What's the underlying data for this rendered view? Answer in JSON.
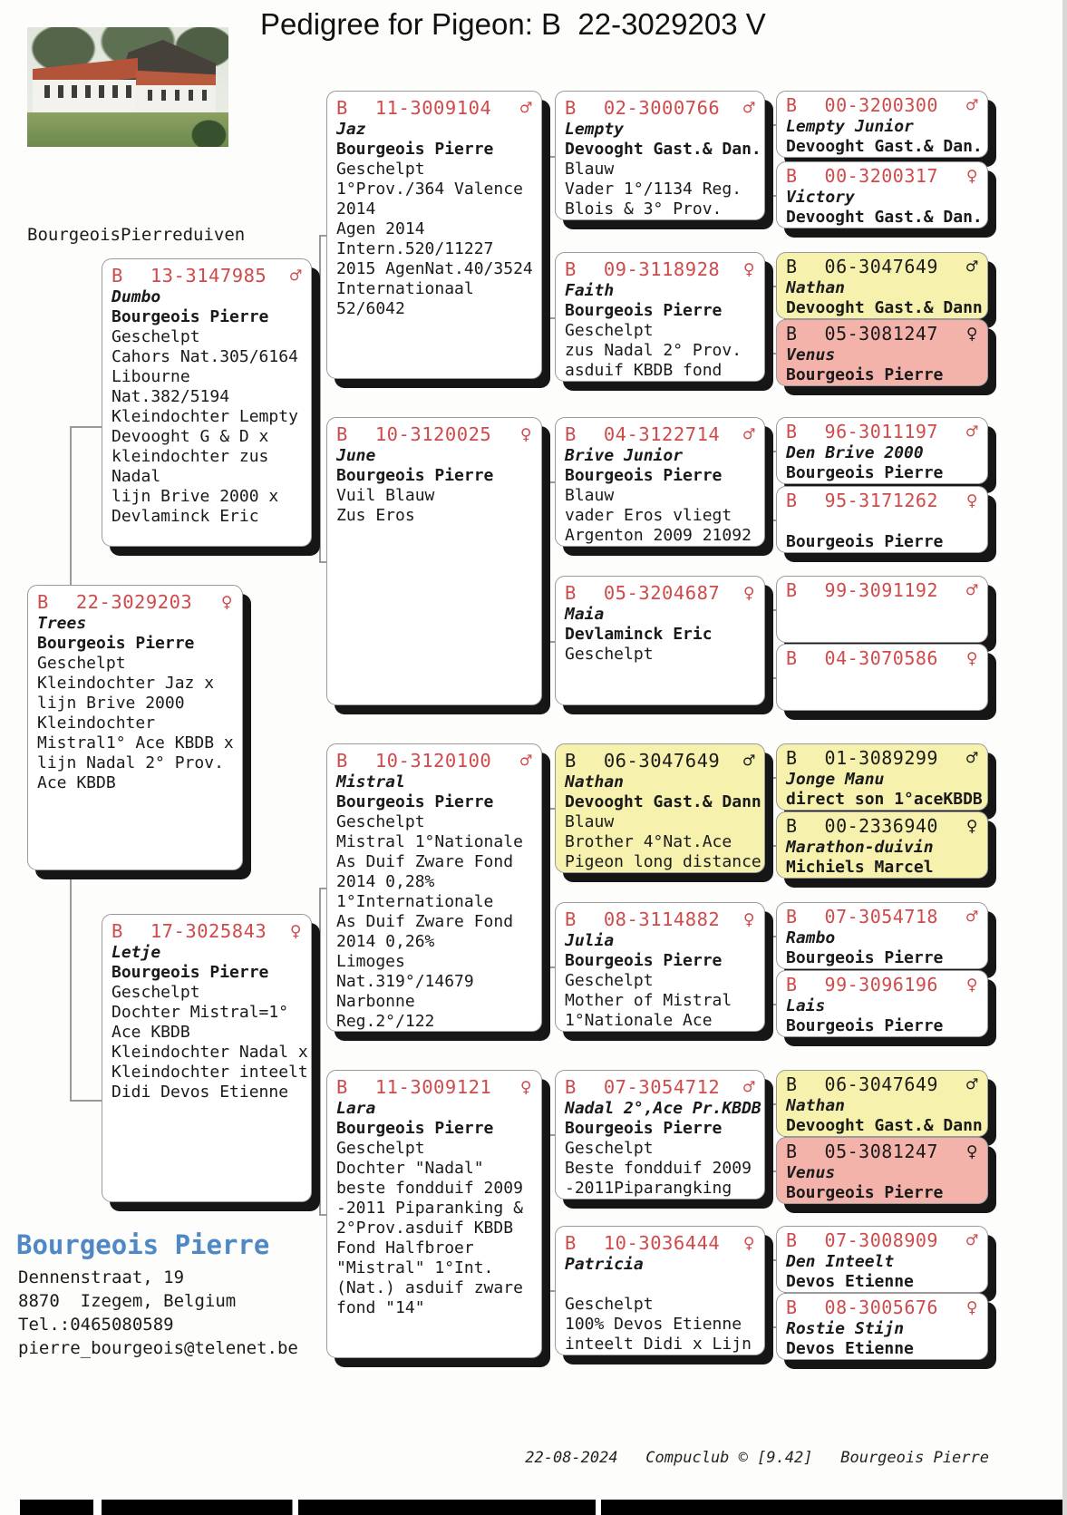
{
  "title": "Pedigree for Pigeon: B  22-3029203 V",
  "loft_label": "BourgeoisPierreduiven",
  "owner": {
    "name": "Bourgeois Pierre",
    "address_line1": "Dennenstraat, 19",
    "address_line2": "8870  Izegem, Belgium",
    "phone": "Tel.:0465080589",
    "email": "pierre_bourgeois@telenet.be"
  },
  "footer": "22-08-2024   Compuclub © [9.42]   Bourgeois Pierre",
  "colors": {
    "ring_red": "#cf4a4b",
    "highlight_yellow": "#f6f2ad",
    "highlight_pink": "#f3b3ab",
    "owner_blue": "#4e88c7"
  },
  "boxes": [
    {
      "id": "trees",
      "generation": 1,
      "ring_country": "B",
      "ring": "22-3029203",
      "sex": "female",
      "sex_symbol": "♀",
      "name": "Trees",
      "breeder": "Bourgeois Pierre",
      "lines": [
        "Geschelpt",
        "Kleindochter Jaz x",
        "lijn Brive 2000",
        "Kleindochter",
        "Mistral1° Ace KBDB x",
        "lijn Nadal 2° Prov.",
        "Ace KBDB"
      ],
      "highlight": "white"
    },
    {
      "id": "dumbo",
      "generation": 2,
      "ring_country": "B",
      "ring": "13-3147985",
      "sex": "male",
      "sex_symbol": "♂",
      "name": "Dumbo",
      "breeder": "Bourgeois Pierre",
      "lines": [
        "Geschelpt",
        "Cahors Nat.305/6164",
        "Libourne",
        "Nat.382/5194",
        "Kleindochter Lempty",
        "Devooght G & D x",
        "kleindochter zus",
        "Nadal",
        "lijn Brive 2000 x",
        "Devlaminck Eric"
      ],
      "highlight": "white"
    },
    {
      "id": "letje",
      "generation": 2,
      "ring_country": "B",
      "ring": "17-3025843",
      "sex": "female",
      "sex_symbol": "♀",
      "name": "Letje",
      "breeder": "Bourgeois Pierre",
      "lines": [
        "Geschelpt",
        "Dochter Mistral=1°",
        "Ace KBDB",
        "Kleindochter Nadal x",
        "Kleindochter inteelt",
        "Didi Devos Etienne"
      ],
      "highlight": "white"
    },
    {
      "id": "jaz",
      "generation": 3,
      "ring_country": "B",
      "ring": "11-3009104",
      "sex": "male",
      "sex_symbol": "♂",
      "name": "Jaz",
      "breeder": "Bourgeois Pierre",
      "lines": [
        "Geschelpt",
        "1°Prov./364 Valence",
        "2014",
        "Agen 2014",
        "Intern.520/11227",
        "2015 AgenNat.40/3524",
        "Internationaal",
        "52/6042"
      ],
      "highlight": "white"
    },
    {
      "id": "june",
      "generation": 3,
      "ring_country": "B",
      "ring": "10-3120025",
      "sex": "female",
      "sex_symbol": "♀",
      "name": "June",
      "breeder": "Bourgeois Pierre",
      "lines": [
        "Vuil Blauw",
        "Zus Eros"
      ],
      "highlight": "white"
    },
    {
      "id": "mistral",
      "generation": 3,
      "ring_country": "B",
      "ring": "10-3120100",
      "sex": "male",
      "sex_symbol": "♂",
      "name": "Mistral",
      "breeder": "Bourgeois Pierre",
      "lines": [
        "Geschelpt",
        "Mistral 1°Nationale",
        "As Duif Zware Fond",
        "2014 0,28%",
        "1°Internationale",
        "As Duif Zware Fond",
        "2014 0,26%",
        "Limoges",
        "Nat.319°/14679",
        "Narbonne",
        "Reg.2°/122"
      ],
      "highlight": "white"
    },
    {
      "id": "lara",
      "generation": 3,
      "ring_country": "B",
      "ring": "11-3009121",
      "sex": "female",
      "sex_symbol": "♀",
      "name": "Lara",
      "breeder": "Bourgeois Pierre",
      "lines": [
        "Geschelpt",
        "Dochter \"Nadal\"",
        "beste fondduif 2009",
        "-2011 Piparanking &",
        "2°Prov.asduif KBDB",
        "Fond Halfbroer",
        "\"Mistral\" 1°Int.",
        "(Nat.) asduif zware",
        "fond \"14\""
      ],
      "highlight": "white"
    },
    {
      "id": "lempty",
      "generation": 4,
      "ring_country": "B",
      "ring": "02-3000766",
      "sex": "male",
      "sex_symbol": "♂",
      "name": "Lempty",
      "breeder": "Devooght Gast.& Dan.",
      "lines": [
        "Blauw",
        "Vader 1°/1134 Reg.",
        "Blois & 3° Prov."
      ],
      "highlight": "white"
    },
    {
      "id": "faith",
      "generation": 4,
      "ring_country": "B",
      "ring": "09-3118928",
      "sex": "female",
      "sex_symbol": "♀",
      "name": "Faith",
      "breeder": "Bourgeois Pierre",
      "lines": [
        "Geschelpt",
        "zus Nadal 2° Prov.",
        "asduif KBDB fond"
      ],
      "highlight": "white"
    },
    {
      "id": "brive_junior",
      "generation": 4,
      "ring_country": "B",
      "ring": "04-3122714",
      "sex": "male",
      "sex_symbol": "♂",
      "name": "Brive Junior",
      "breeder": "Bourgeois Pierre",
      "lines": [
        "Blauw",
        "vader Eros vliegt",
        "Argenton 2009 21092"
      ],
      "highlight": "white"
    },
    {
      "id": "maia",
      "generation": 4,
      "ring_country": "B",
      "ring": "05-3204687",
      "sex": "female",
      "sex_symbol": "♀",
      "name": "Maia",
      "breeder": "Devlaminck Eric",
      "lines": [
        "Geschelpt"
      ],
      "highlight": "white"
    },
    {
      "id": "nathan4",
      "generation": 4,
      "ring_country": "B",
      "ring": "06-3047649",
      "sex": "male",
      "sex_symbol": "♂",
      "name": "Nathan",
      "breeder": "Devooght Gast.& Dann",
      "lines": [
        "Blauw",
        "Brother 4°Nat.Ace",
        "Pigeon long distance"
      ],
      "highlight": "yellow"
    },
    {
      "id": "julia",
      "generation": 4,
      "ring_country": "B",
      "ring": "08-3114882",
      "sex": "female",
      "sex_symbol": "♀",
      "name": "Julia",
      "breeder": "Bourgeois Pierre",
      "lines": [
        "Geschelpt",
        "Mother of Mistral",
        "1°Nationale Ace"
      ],
      "highlight": "white"
    },
    {
      "id": "nadal",
      "generation": 4,
      "ring_country": "B",
      "ring": "07-3054712",
      "sex": "male",
      "sex_symbol": "♂",
      "name": "Nadal 2°,Ace Pr.KBDB",
      "breeder": "Bourgeois Pierre",
      "lines": [
        "Geschelpt",
        "Beste fondduif 2009",
        "-2011Piparangking"
      ],
      "highlight": "white"
    },
    {
      "id": "patricia",
      "generation": 4,
      "ring_country": "B",
      "ring": "10-3036444",
      "sex": "female",
      "sex_symbol": "♀",
      "name": "Patricia",
      "breeder": "",
      "lines": [
        "Geschelpt",
        "100% Devos Etienne",
        "inteelt Didi x Lijn"
      ],
      "highlight": "white"
    },
    {
      "id": "lempty_junior",
      "generation": 5,
      "ring_country": "B",
      "ring": "00-3200300",
      "sex": "male",
      "sex_symbol": "♂",
      "name": "Lempty Junior",
      "breeder": "Devooght Gast.& Dan.",
      "lines": [],
      "highlight": "white"
    },
    {
      "id": "victory",
      "generation": 5,
      "ring_country": "B",
      "ring": "00-3200317",
      "sex": "female",
      "sex_symbol": "♀",
      "name": "Victory",
      "breeder": "Devooght Gast.& Dan.",
      "lines": [],
      "highlight": "white"
    },
    {
      "id": "nathan5a",
      "generation": 5,
      "ring_country": "B",
      "ring": "06-3047649",
      "sex": "male",
      "sex_symbol": "♂",
      "name": "Nathan",
      "breeder": "Devooght Gast.& Dann",
      "lines": [],
      "highlight": "yellow"
    },
    {
      "id": "venus5a",
      "generation": 5,
      "ring_country": "B",
      "ring": "05-3081247",
      "sex": "female",
      "sex_symbol": "♀",
      "name": "Venus",
      "breeder": "Bourgeois Pierre",
      "lines": [],
      "highlight": "pink"
    },
    {
      "id": "den_brive",
      "generation": 5,
      "ring_country": "B",
      "ring": "96-3011197",
      "sex": "male",
      "sex_symbol": "♂",
      "name": "Den Brive 2000",
      "breeder": "Bourgeois Pierre",
      "lines": [],
      "highlight": "white"
    },
    {
      "id": "hen95",
      "generation": 5,
      "ring_country": "B",
      "ring": "95-3171262",
      "sex": "female",
      "sex_symbol": "♀",
      "name": "",
      "breeder": "Bourgeois Pierre",
      "lines": [],
      "highlight": "white"
    },
    {
      "id": "cock99",
      "generation": 5,
      "ring_country": "B",
      "ring": "99-3091192",
      "sex": "male",
      "sex_symbol": "♂",
      "name": "",
      "breeder": "",
      "lines": [],
      "highlight": "white"
    },
    {
      "id": "hen04",
      "generation": 5,
      "ring_country": "B",
      "ring": "04-3070586",
      "sex": "female",
      "sex_symbol": "♀",
      "name": "",
      "breeder": "",
      "lines": [],
      "highlight": "white"
    },
    {
      "id": "jonge_manu",
      "generation": 5,
      "ring_country": "B",
      "ring": "01-3089299",
      "sex": "male",
      "sex_symbol": "♂",
      "name": "Jonge Manu",
      "breeder": "direct son 1°aceKBDB",
      "lines": [],
      "highlight": "yellow"
    },
    {
      "id": "marathon",
      "generation": 5,
      "ring_country": "B",
      "ring": "00-2336940",
      "sex": "female",
      "sex_symbol": "♀",
      "name": "Marathon-duivin",
      "breeder": "Michiels Marcel",
      "lines": [],
      "highlight": "yellow"
    },
    {
      "id": "rambo",
      "generation": 5,
      "ring_country": "B",
      "ring": "07-3054718",
      "sex": "male",
      "sex_symbol": "♂",
      "name": "Rambo",
      "breeder": "Bourgeois Pierre",
      "lines": [],
      "highlight": "white"
    },
    {
      "id": "lais",
      "generation": 5,
      "ring_country": "B",
      "ring": "99-3096196",
      "sex": "female",
      "sex_symbol": "♀",
      "name": "Lais",
      "breeder": "Bourgeois Pierre",
      "lines": [],
      "highlight": "white"
    },
    {
      "id": "nathan5b",
      "generation": 5,
      "ring_country": "B",
      "ring": "06-3047649",
      "sex": "male",
      "sex_symbol": "♂",
      "name": "Nathan",
      "breeder": "Devooght Gast.& Dann",
      "lines": [],
      "highlight": "yellow"
    },
    {
      "id": "venus5b",
      "generation": 5,
      "ring_country": "B",
      "ring": "05-3081247",
      "sex": "female",
      "sex_symbol": "♀",
      "name": "Venus",
      "breeder": "Bourgeois Pierre",
      "lines": [],
      "highlight": "pink"
    },
    {
      "id": "den_inteelt",
      "generation": 5,
      "ring_country": "B",
      "ring": "07-3008909",
      "sex": "male",
      "sex_symbol": "♂",
      "name": "Den Inteelt",
      "breeder": "Devos Etienne",
      "lines": [],
      "highlight": "white"
    },
    {
      "id": "rostie",
      "generation": 5,
      "ring_country": "B",
      "ring": "08-3005676",
      "sex": "female",
      "sex_symbol": "♀",
      "name": "Rostie Stijn",
      "breeder": "Devos Etienne",
      "lines": [],
      "highlight": "white"
    }
  ]
}
